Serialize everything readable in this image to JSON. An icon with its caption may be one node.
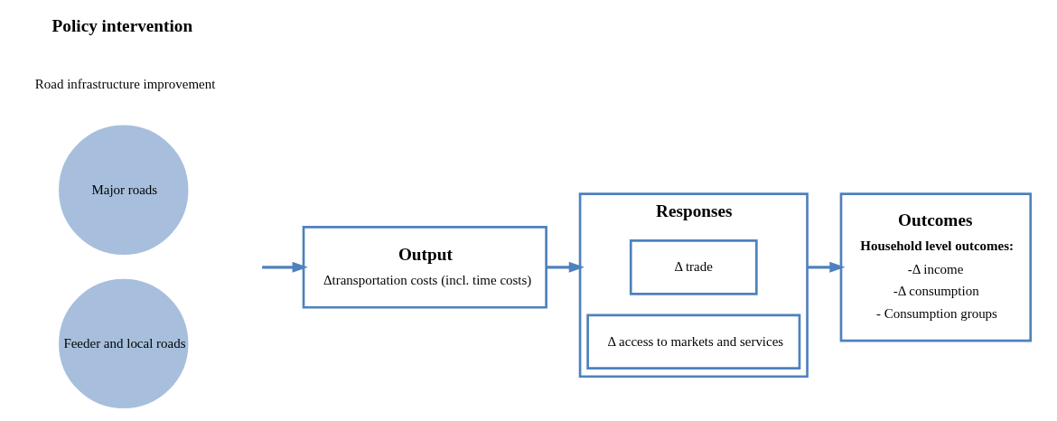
{
  "diagram": {
    "nodes": [
      {
        "text": [
          "Major roads"
        ]
      },
      {
        "text": [
          "Feeder and local roads"
        ]
      },
      {
        "text": [
          "Output",
          "Δtransportation costs (incl. time costs)"
        ]
      },
      {
        "text": [
          "Responses"
        ]
      },
      {
        "text": [
          "Δ trade"
        ],
        "in": 3
      },
      {
        "text": [
          "Δ access to markets and services"
        ],
        "in": 3
      },
      {
        "text": [
          "Outcomes",
          "Household level outcomes:",
          "-Δ income",
          "-Δ consumption",
          "- Consumption groups"
        ]
      }
    ],
    "edges": [
      {
        "from": null,
        "to": 2,
        "arrow": "to"
      },
      {
        "from": 2,
        "to": 3,
        "arrow": "to"
      },
      {
        "from": 3,
        "to": 6,
        "arrow": "to"
      }
    ],
    "labels": [
      "Policy intervention",
      "Road infrastructure improvement"
    ]
  }
}
